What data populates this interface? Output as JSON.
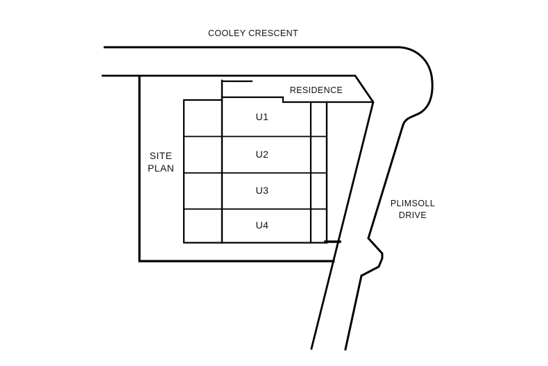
{
  "title": "Site Plan",
  "colors": {
    "line": "#000000",
    "text": "#111111",
    "background": "#ffffff"
  },
  "labels": {
    "top_road": "COOLEY CRESCENT",
    "residence": "RESIDENCE",
    "site_plan_line1": "SITE",
    "site_plan_line2": "PLAN",
    "right_road_line1": "PLIMSOLL",
    "right_road_line2": "DRIVE"
  },
  "units": [
    {
      "label": "U1"
    },
    {
      "label": "U2"
    },
    {
      "label": "U3"
    },
    {
      "label": "U4"
    }
  ]
}
